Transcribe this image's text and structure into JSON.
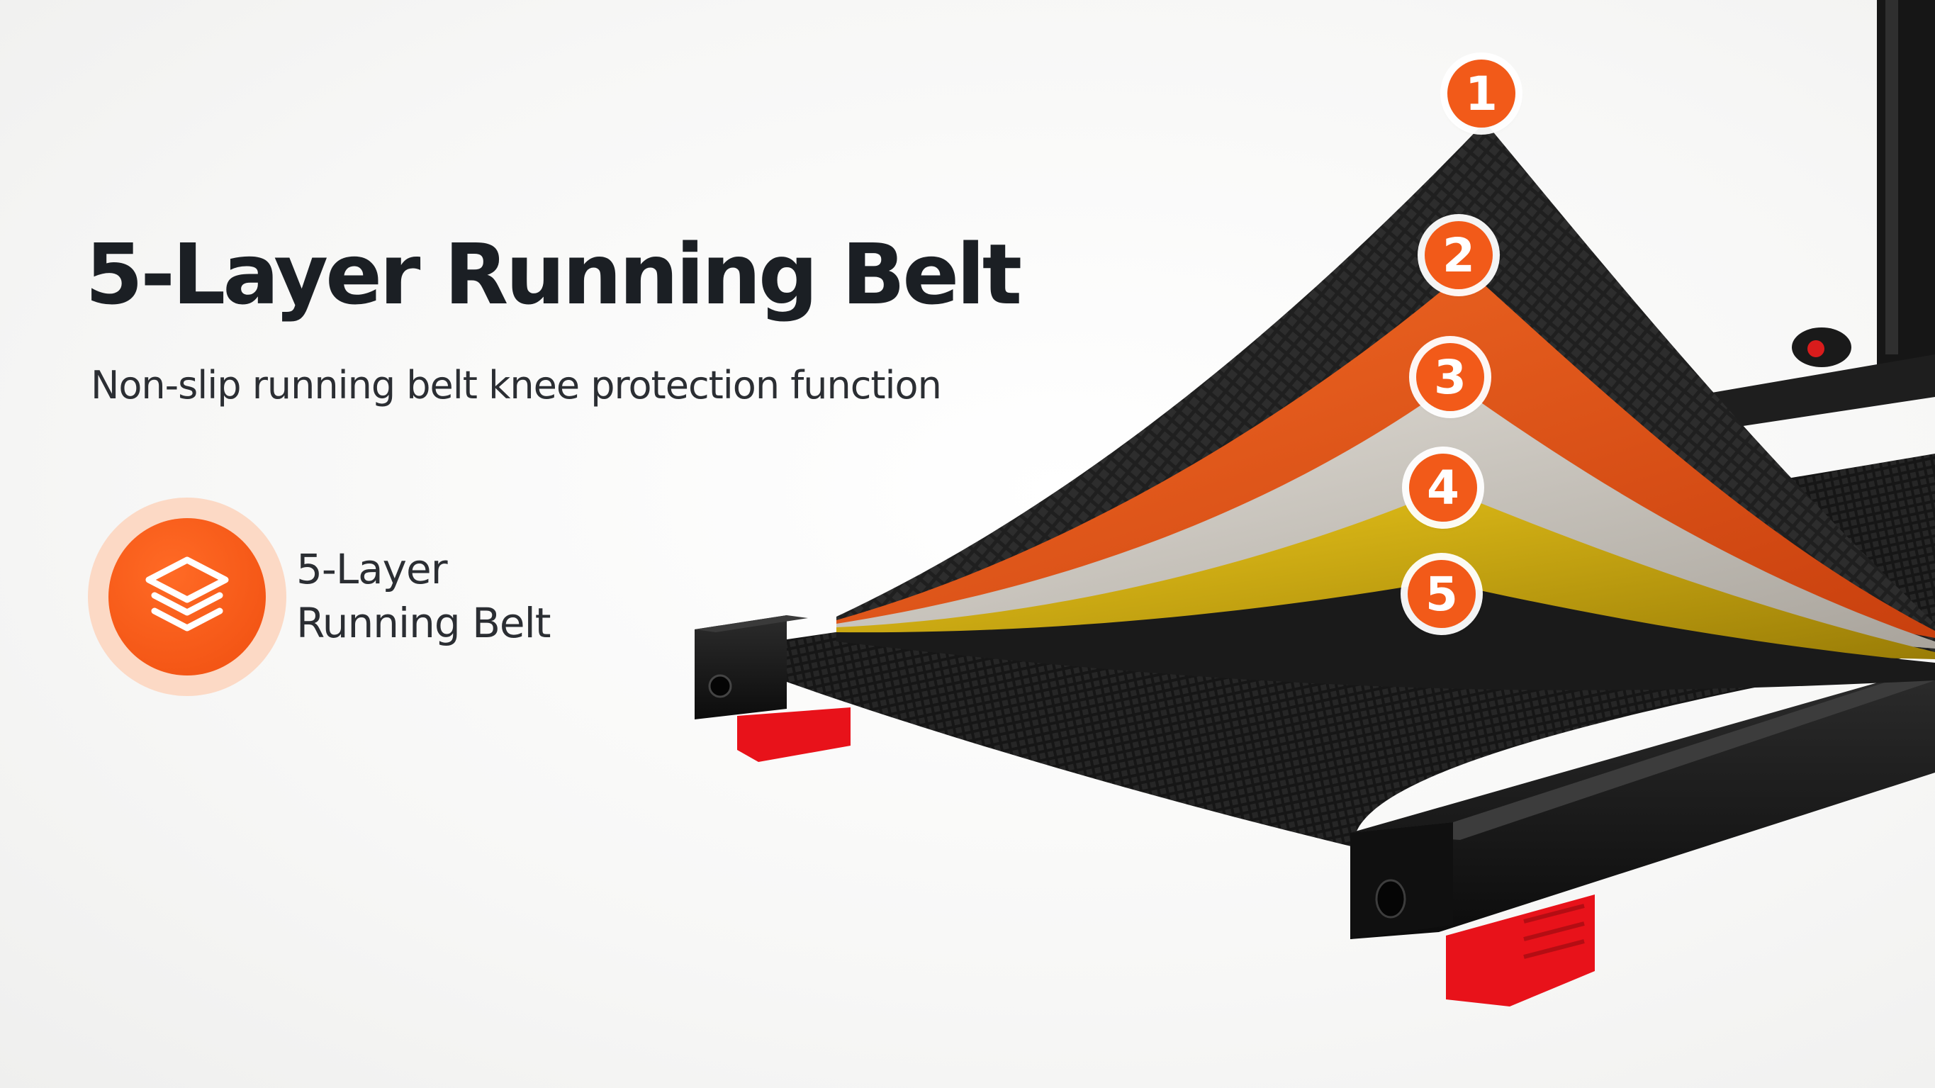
{
  "heading": {
    "title": "5-Layer Running Belt",
    "subtitle": "Non-slip running belt knee protection function"
  },
  "feature": {
    "icon": "layers-icon",
    "label_line1": "5-Layer",
    "label_line2": "Running Belt"
  },
  "layer_markers": [
    "1",
    "2",
    "3",
    "4",
    "5"
  ],
  "colors": {
    "accent": "#f25a19",
    "layer_1": "#1e1e1e",
    "layer_2": "#e8551a",
    "layer_3": "#cfcbc4",
    "layer_4": "#e0b812",
    "layer_5": "#2a2a2a",
    "frame": "#151515",
    "feet": "#e8121a"
  }
}
